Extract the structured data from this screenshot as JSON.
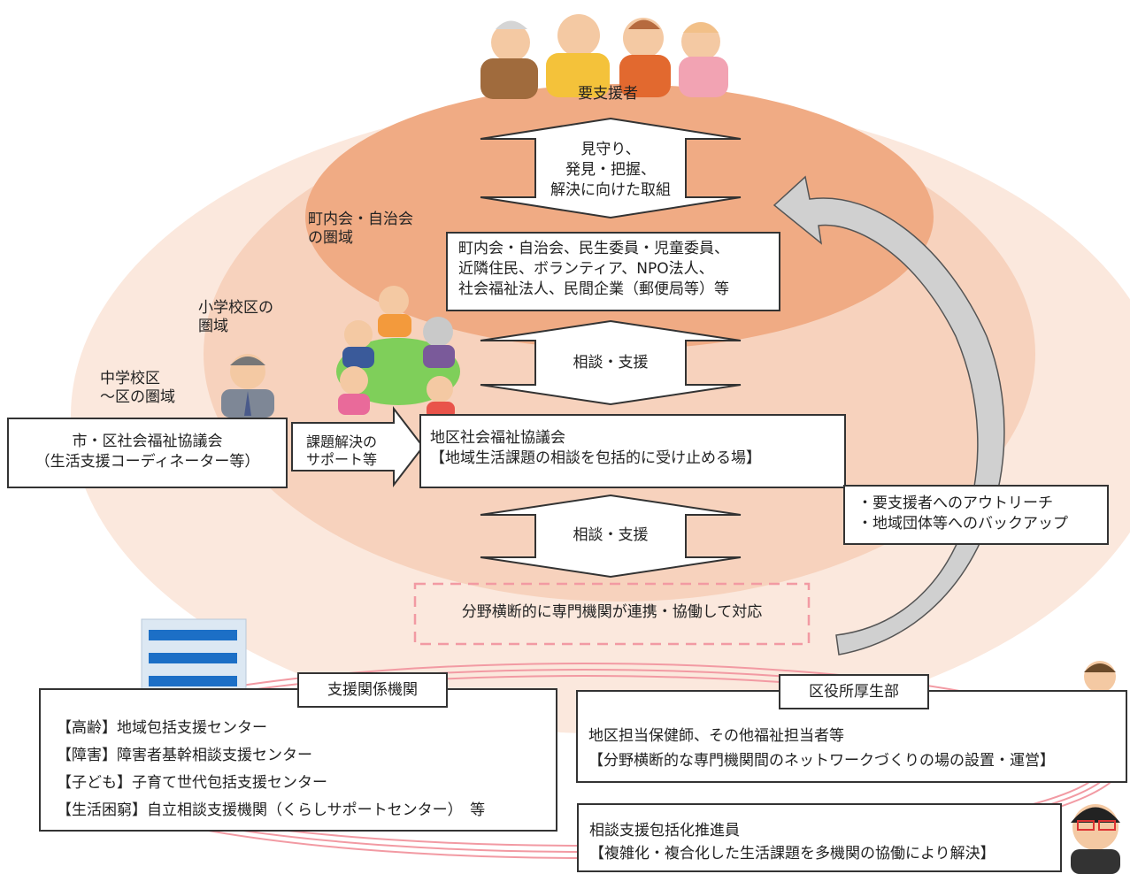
{
  "people_top_label": "要支援者",
  "watch_arrow": {
    "line1": "見守り、",
    "line2": "発見・把握、",
    "line3": "解決に向けた取組"
  },
  "zone_neighborhood": {
    "line1": "町内会・自治会",
    "line2": "の圏域"
  },
  "zone_elementary": {
    "line1": "小学校区の",
    "line2": "圏域"
  },
  "zone_junior": {
    "line1": "中学校区",
    "line2": "～区の圏域"
  },
  "community_box": {
    "line1": "町内会・自治会、民生委員・児童委員、",
    "line2": "近隣住民、ボランティア、NPO法人、",
    "line3": "社会福祉法人、民間企業（郵便局等）等"
  },
  "consult_arrow_1": "相談・支援",
  "consult_arrow_2": "相談・支援",
  "city_council": {
    "line1": "市・区社会福祉協議会",
    "line2": "（生活支援コーディネーター等）"
  },
  "support_arrow": {
    "line1": "課題解決の",
    "line2": "サポート等"
  },
  "district_council": {
    "line1": "地区社会福祉協議会",
    "line2": "【地域生活課題の相談を包括的に受け止める場】"
  },
  "outreach_box": {
    "line1": "・要支援者へのアウトリーチ",
    "line2": "・地域団体等へのバックアップ"
  },
  "cross_field": "分野横断的に専門機関が連携・協働して対応",
  "support_orgs": {
    "title": "支援関係機関",
    "items": [
      "【高齢】地域包括支援センター",
      "【障害】障害者基幹相談支援センター",
      "【子ども】子育て世代包括支援センター",
      "【生活困窮】自立相談支援機関（くらしサポートセンター）　等"
    ]
  },
  "ward_office": {
    "title": "区役所厚生部",
    "line1": "地区担当保健師、その他福祉担当者等",
    "line2": "【分野横断的な専門機関間のネットワークづくりの場の設置・運営】"
  },
  "promoter": {
    "line1": "相談支援包括化推進員",
    "line2": "【複雑化・複合化した生活課題を多機関の協働により解決】"
  },
  "colors": {
    "outer_ellipse": "#fbe6da",
    "middle_ellipse": "#f7cfb8",
    "inner_ellipse": "#f0a97f",
    "pink_ring": "#f29aa3",
    "curved_arrow": "#cfcfcf"
  }
}
